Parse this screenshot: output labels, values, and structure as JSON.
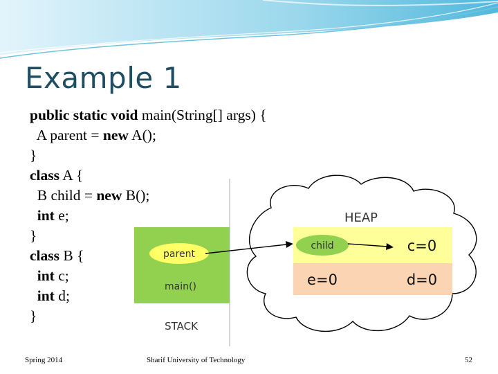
{
  "slide": {
    "title": "Example 1",
    "code_lines": [
      [
        {
          "t": "public static void ",
          "b": true
        },
        {
          "t": "main(String[] args) {",
          "b": false
        }
      ],
      [
        {
          "t": "  A parent = ",
          "b": false
        },
        {
          "t": "new",
          "b": true
        },
        {
          "t": " A();",
          "b": false
        }
      ],
      [
        {
          "t": "}",
          "b": false
        }
      ],
      [
        {
          "t": "class",
          "b": true
        },
        {
          "t": " A {",
          "b": false
        }
      ],
      [
        {
          "t": "  B child = ",
          "b": false
        },
        {
          "t": "new",
          "b": true
        },
        {
          "t": " B();",
          "b": false
        }
      ],
      [
        {
          "t": "  ",
          "b": false
        },
        {
          "t": "int",
          "b": true
        },
        {
          "t": " e;",
          "b": false
        }
      ],
      [
        {
          "t": "}",
          "b": false
        }
      ],
      [
        {
          "t": "class",
          "b": true
        },
        {
          "t": " B {",
          "b": false
        }
      ],
      [
        {
          "t": "  ",
          "b": false
        },
        {
          "t": "int",
          "b": true
        },
        {
          "t": " c;",
          "b": false
        }
      ],
      [
        {
          "t": "  ",
          "b": false
        },
        {
          "t": "int",
          "b": true
        },
        {
          "t": " d;",
          "b": false
        }
      ],
      [
        {
          "t": "}",
          "b": false
        }
      ]
    ],
    "footer": {
      "left": "Spring 2014",
      "center": "Sharif University of Technology",
      "page": "52"
    }
  },
  "diagram": {
    "heap_label": "HEAP",
    "stack_label": "STACK",
    "stack_var": "parent",
    "stack_frame": "main()",
    "obj_a_ref": "child",
    "obj_a_field": "e=0",
    "obj_b_field1": "c=0",
    "obj_b_field2": "d=0",
    "colors": {
      "stack_frame": "#92d050",
      "oval": "#ffff66",
      "object_top": "#ffff99",
      "object_bottom": "#fbd4b4",
      "title": "#1f4e63",
      "wave": "#5bc0de"
    }
  }
}
